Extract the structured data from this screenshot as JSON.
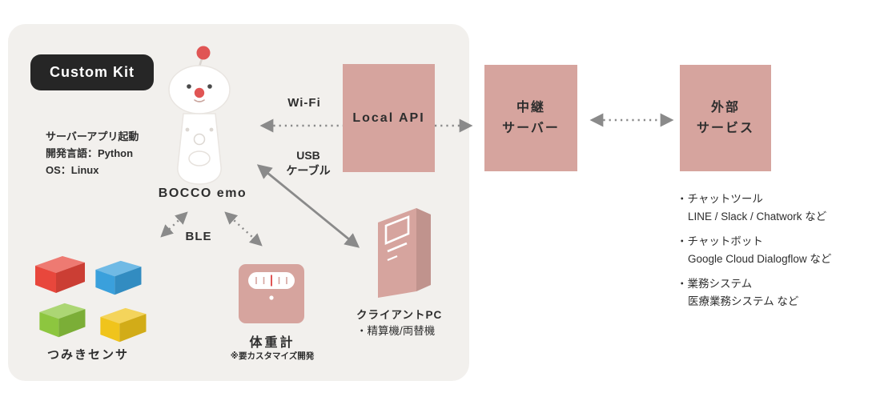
{
  "colors": {
    "panel_bg": "#f2f0ed",
    "box_pink": "#d6a49e",
    "badge_bg": "#262626",
    "badge_text": "#ffffff",
    "text": "#2e2e2e",
    "arrow": "#8a8a8a",
    "block_red": "#e8473c",
    "block_blue": "#3aa0dc",
    "block_green": "#8dc63f",
    "block_yellow": "#f0c41c",
    "accent_red": "#e05554"
  },
  "badge": {
    "label": "Custom Kit"
  },
  "robot": {
    "specs": [
      "サーバーアプリ起動",
      "開発言語：Python",
      "OS：Linux"
    ],
    "label": "BOCCO emo"
  },
  "connections": {
    "wifi": "Wi-Fi",
    "usb_line1": "USB",
    "usb_line2": "ケーブル",
    "ble": "BLE"
  },
  "boxes": {
    "local_api": "Local API",
    "relay_line1": "中継",
    "relay_line2": "サーバー",
    "external_line1": "外部",
    "external_line2": "サービス"
  },
  "devices": {
    "tsumiki": "つみきセンサ",
    "scale": "体重計",
    "scale_note": "※要カスタマイズ開発",
    "client_pc": "クライアントPC",
    "client_sub": "・精算機/両替機"
  },
  "external_services": {
    "items": [
      {
        "title": "・チャットツール",
        "desc": "LINE / Slack / Chatwork など"
      },
      {
        "title": "・チャットボット",
        "desc": "Google Cloud Dialogflow など"
      },
      {
        "title": "・業務システム",
        "desc": "医療業務システム など"
      }
    ]
  }
}
